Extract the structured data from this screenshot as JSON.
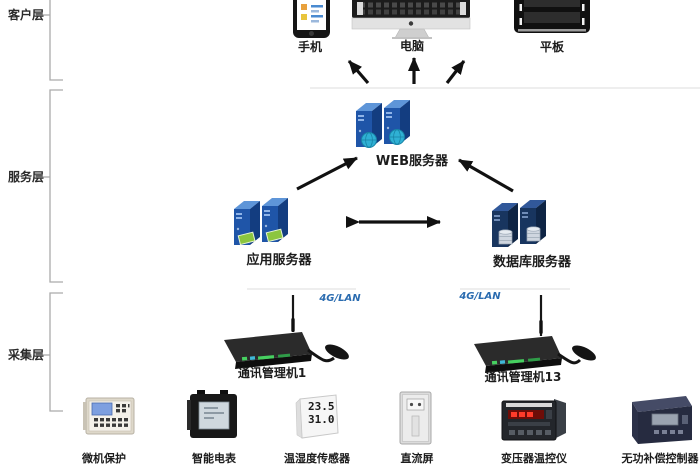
{
  "diagram": {
    "layers": [
      {
        "id": "client",
        "label": "客户层"
      },
      {
        "id": "service",
        "label": "服务层"
      },
      {
        "id": "acquisition",
        "label": "采集层"
      }
    ],
    "client_devices": [
      {
        "id": "phone",
        "icon": "smartphone-icon",
        "label": "手机"
      },
      {
        "id": "computer",
        "icon": "desktop-computer-icon",
        "label": "电脑"
      },
      {
        "id": "tablet",
        "icon": "tablet-icon",
        "label": "平板"
      }
    ],
    "servers": [
      {
        "id": "web",
        "icon": "web-server-icon",
        "label": "WEB服务器"
      },
      {
        "id": "app",
        "icon": "application-server-icon",
        "label": "应用服务器"
      },
      {
        "id": "db",
        "icon": "database-server-icon",
        "label": "数据库服务器"
      }
    ],
    "gateways": [
      {
        "id": "gw1",
        "icon": "comm-gateway-icon",
        "label": "通讯管理机1",
        "link_label": "4G/LAN"
      },
      {
        "id": "gw13",
        "icon": "comm-gateway-icon",
        "label": "通讯管理机13",
        "link_label": "4G/LAN"
      }
    ],
    "field_devices": [
      {
        "id": "protection",
        "icon": "relay-protection-icon",
        "label": "微机保护"
      },
      {
        "id": "meter",
        "icon": "smart-meter-icon",
        "label": "智能电表"
      },
      {
        "id": "sensor",
        "icon": "temp-humidity-sensor-icon",
        "label": "温湿度传感器"
      },
      {
        "id": "dc-panel",
        "icon": "dc-panel-icon",
        "label": "直流屏"
      },
      {
        "id": "temp-controller",
        "icon": "transformer-temp-controller-icon",
        "label": "变压器温控仪"
      },
      {
        "id": "var-compensator",
        "icon": "reactive-power-controller-icon",
        "label": "无功补偿控制器"
      }
    ],
    "sensor_display": {
      "row1": "23.5",
      "row2": "31.0"
    },
    "colors": {
      "server_blue_front": "#1f55a8",
      "server_blue_side": "#133d80",
      "db_navy_front": "#18355f",
      "link_label_blue": "#2b6cb0",
      "arrow_black": "#111111",
      "bracket_gray": "#ababab",
      "accent_green": "#8cc63f",
      "globe_teal": "#2fb0d4"
    }
  }
}
